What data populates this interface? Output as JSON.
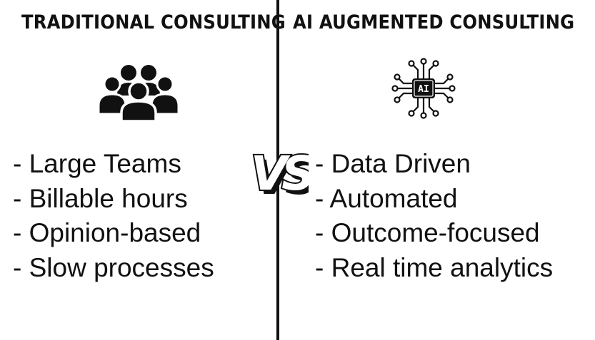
{
  "left": {
    "heading": "TRADITIONAL CONSULTING",
    "icon": "people-group-icon",
    "items": [
      "- Large Teams",
      "- Billable hours",
      "- Opinion-based",
      "- Slow processes"
    ]
  },
  "right": {
    "heading": "AI AUGMENTED CONSULTING",
    "icon": "ai-chip-icon",
    "icon_label": "AI",
    "items": [
      "- Data Driven",
      "- Automated",
      "- Outcome-focused",
      "- Real time analytics"
    ]
  },
  "vs_label": "VS",
  "colors": {
    "ink": "#111111",
    "background": "#ffffff"
  }
}
